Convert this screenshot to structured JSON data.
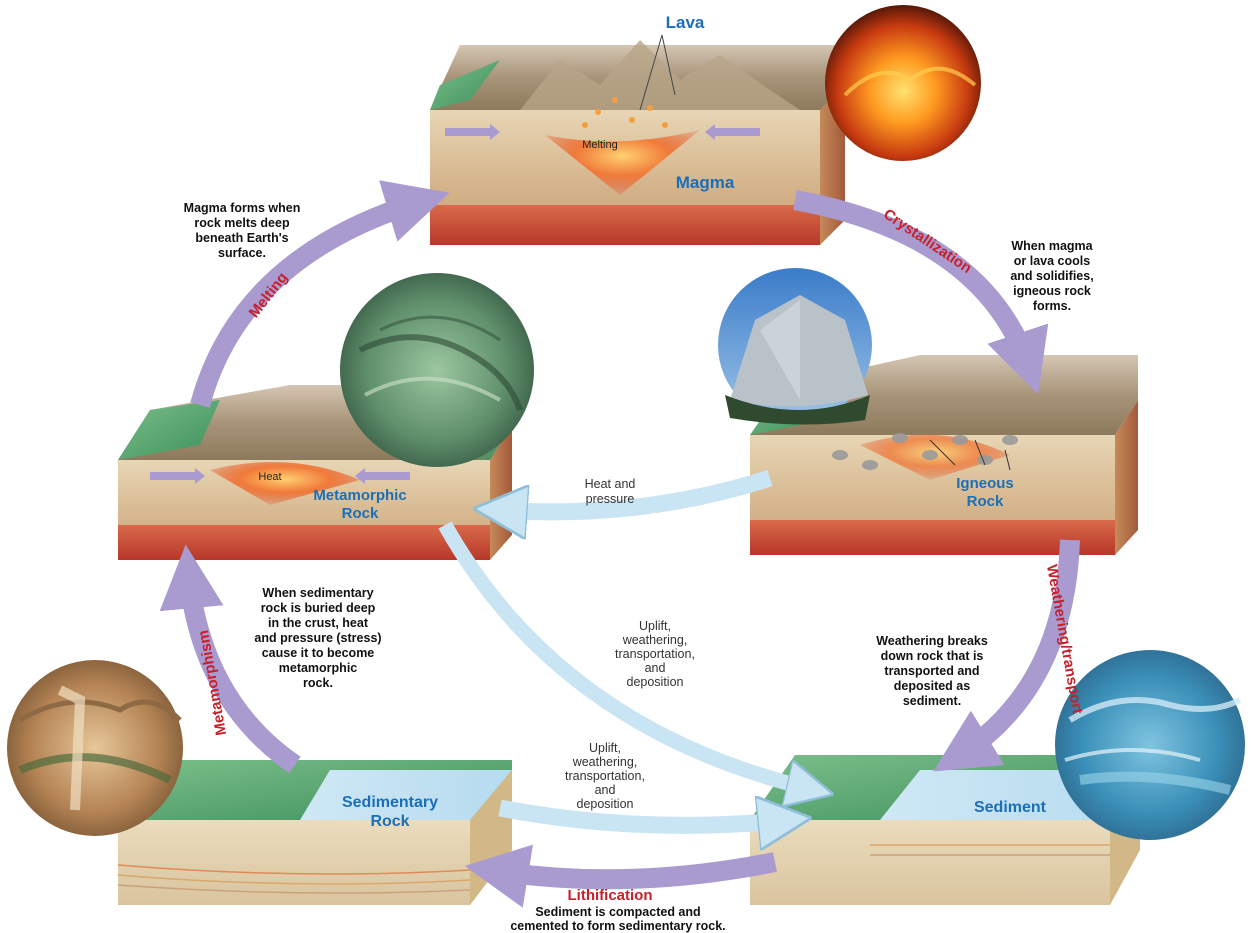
{
  "labels": {
    "lava": "Lava",
    "melting_small": "Melting",
    "magma": "Magma",
    "heat_small": "Heat",
    "metamorphic_1": "Metamorphic",
    "metamorphic_2": "Rock",
    "igneous_1": "Igneous",
    "igneous_2": "Rock",
    "sedimentary_1": "Sedimentary",
    "sedimentary_2": "Rock",
    "sediment": "Sediment"
  },
  "processes": {
    "melting": "Melting",
    "crystallization": "Crystallization",
    "weathering": "Weathering/transport",
    "metamorphism": "Metamorphism",
    "lithification": "Lithification"
  },
  "descriptions": {
    "magma_forms": [
      "Magma forms when",
      "rock melts deep",
      "beneath Earth's",
      "surface."
    ],
    "igneous_forms": [
      "When magma",
      "or lava cools",
      "and solidifies,",
      "igneous rock",
      "forms."
    ],
    "metamorphic_forms": [
      "When sedimentary",
      "rock is buried deep",
      "in the crust, heat",
      "and pressure (stress)",
      "cause it to become",
      "metamorphic",
      "rock."
    ],
    "weathering_breaks": [
      "Weathering breaks",
      "down rock that is",
      "transported and",
      "deposited as",
      "sediment."
    ],
    "lithification_desc": [
      "Sediment is compacted and",
      "cemented to form sedimentary rock."
    ],
    "heat_pressure": [
      "Heat and",
      "pressure"
    ],
    "uplift_center": [
      "Uplift,",
      "weathering,",
      "transportation,",
      "and",
      "deposition"
    ],
    "uplift_bottom": [
      "Uplift,",
      "weathering,",
      "transportation,",
      "and",
      "deposition"
    ]
  },
  "colors": {
    "cycle_arrow": "#a99ad0",
    "cross_arrow": "#c9e4f3",
    "label_blue": "#1b6fb8",
    "label_red": "#c8202a"
  }
}
